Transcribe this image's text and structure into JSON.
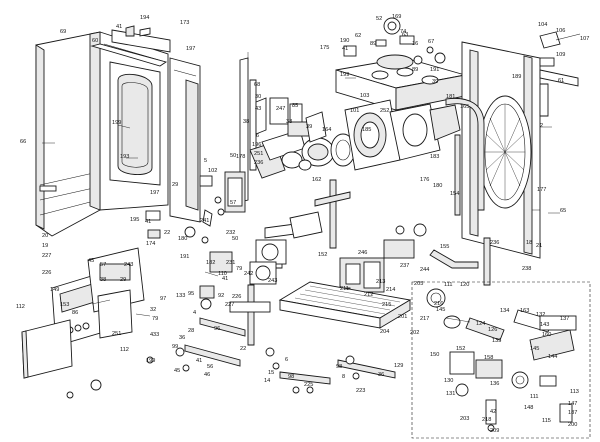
{
  "labels": [
    "66",
    "69",
    "60",
    "194",
    "41",
    "173",
    "197",
    "199",
    "193",
    "197",
    "29",
    "102",
    "5",
    "50",
    "196",
    "104",
    "106",
    "107",
    "109",
    "190",
    "41",
    "175",
    "52",
    "169",
    "62",
    "89",
    "74",
    "16",
    "67",
    "63",
    "199",
    "191",
    "89",
    "39",
    "165",
    "181",
    "61",
    "189",
    "2",
    "68",
    "30",
    "43",
    "247",
    "85",
    "38",
    "6",
    "251",
    "178",
    "236",
    "33",
    "39",
    "162",
    "164",
    "101",
    "103",
    "252",
    "185",
    "183",
    "176",
    "180",
    "154",
    "57",
    "65",
    "177",
    "195",
    "41",
    "174",
    "22",
    "180",
    "191",
    "182",
    "241",
    "232",
    "50",
    "231",
    "226",
    "227",
    "236",
    "237",
    "244",
    "238",
    "18",
    "21",
    "20",
    "19",
    "227",
    "226",
    "45",
    "57",
    "243",
    "79",
    "29",
    "38",
    "41",
    "110",
    "95",
    "242",
    "243",
    "92",
    "4",
    "133",
    "97",
    "112",
    "149",
    "153",
    "86",
    "4",
    "251",
    "112",
    "32",
    "79",
    "33",
    "36",
    "22",
    "6",
    "15",
    "14",
    "98",
    "225",
    "8",
    "223",
    "129",
    "205",
    "111",
    "120",
    "145",
    "124",
    "126",
    "135",
    "134",
    "163",
    "132",
    "143",
    "137",
    "160",
    "145",
    "144",
    "152",
    "158",
    "150",
    "130",
    "131",
    "136",
    "111",
    "148",
    "115",
    "113",
    "147",
    "187",
    "200",
    "42",
    "209",
    "203",
    "218",
    "216",
    "217",
    "155",
    "152",
    "246",
    "211",
    "212",
    "213",
    "214",
    "215",
    "201",
    "202",
    "204",
    "199",
    "41",
    "56",
    "46",
    "45",
    "99",
    "28",
    "96",
    "98",
    "36",
    "8",
    "8"
  ]
}
